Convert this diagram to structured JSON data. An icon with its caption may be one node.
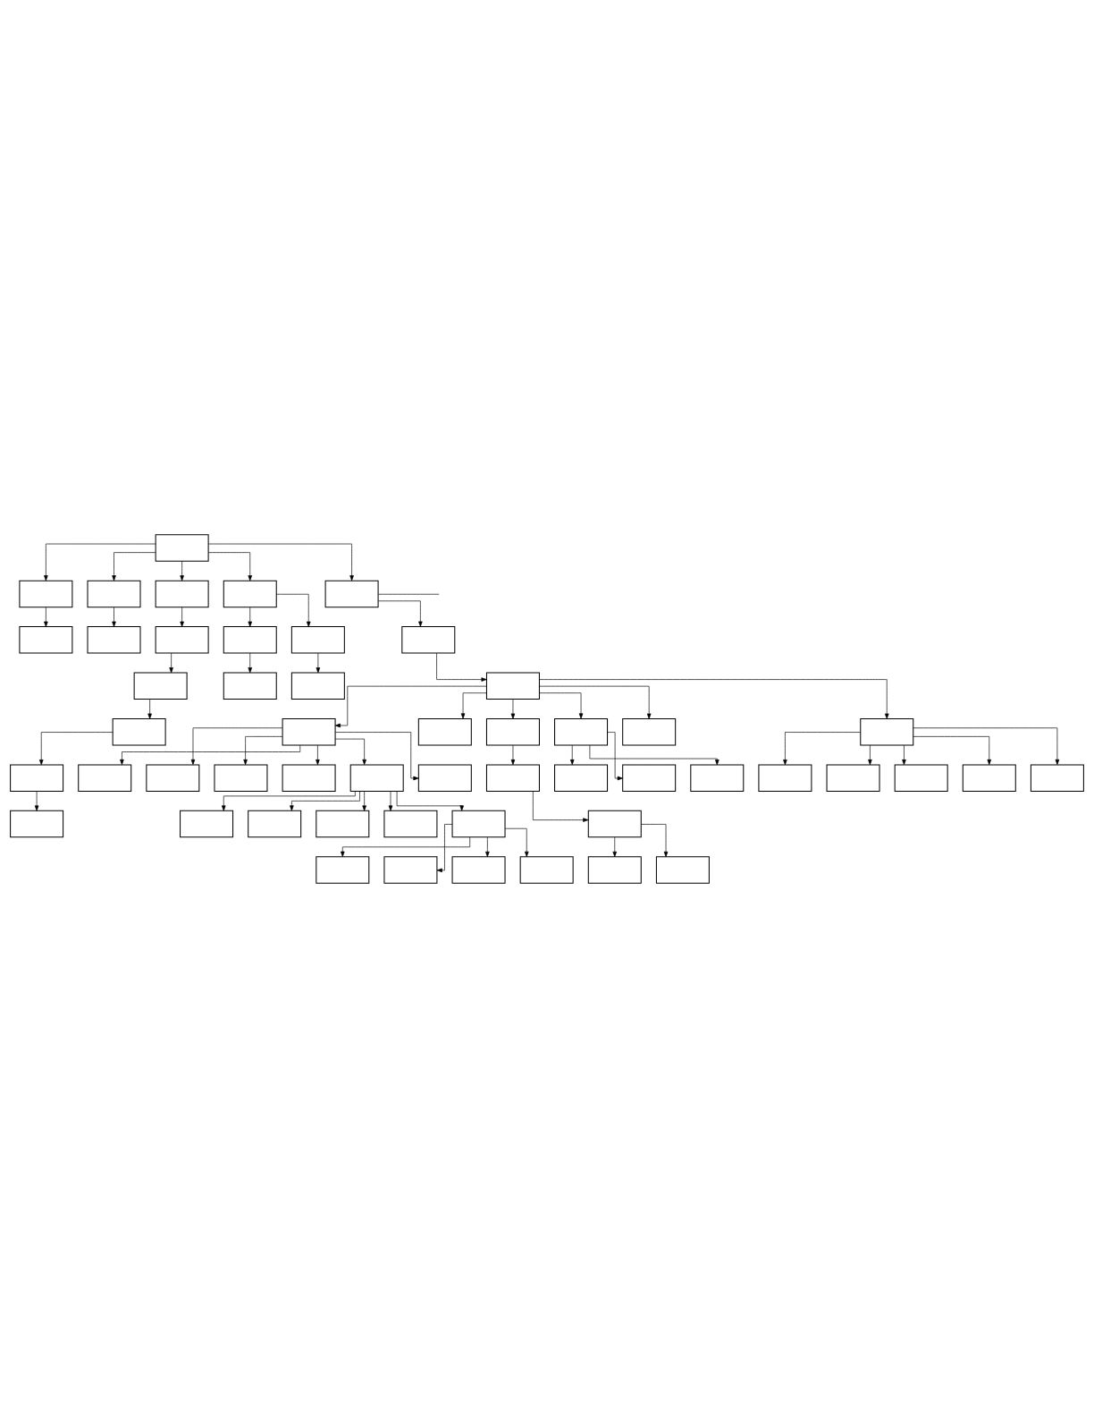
{
  "diagram": {
    "nodes": [
      {
        "text": [],
        "shape": "box"
      },
      {
        "text": [],
        "shape": "box"
      },
      {
        "text": [],
        "shape": "box"
      },
      {
        "text": [],
        "shape": "box"
      },
      {
        "text": [],
        "shape": "box"
      },
      {
        "text": [],
        "shape": "box"
      },
      {
        "text": [],
        "shape": "box"
      },
      {
        "text": [],
        "shape": "box"
      },
      {
        "text": [],
        "shape": "box"
      },
      {
        "text": [],
        "shape": "box"
      },
      {
        "text": [],
        "shape": "box"
      },
      {
        "text": [],
        "shape": "box"
      },
      {
        "text": [],
        "shape": "box"
      },
      {
        "text": [],
        "shape": "box"
      },
      {
        "text": [],
        "shape": "box"
      },
      {
        "text": [],
        "shape": "box"
      },
      {
        "text": [],
        "shape": "box"
      },
      {
        "text": [],
        "shape": "box"
      },
      {
        "text": [],
        "shape": "box"
      },
      {
        "text": [],
        "shape": "box"
      },
      {
        "text": [],
        "shape": "box"
      },
      {
        "text": [],
        "shape": "box"
      },
      {
        "text": [],
        "shape": "box"
      },
      {
        "text": [],
        "shape": "box"
      },
      {
        "text": [],
        "shape": "box"
      },
      {
        "text": [],
        "shape": "box"
      },
      {
        "text": [],
        "shape": "box"
      },
      {
        "text": [],
        "shape": "box"
      },
      {
        "text": [],
        "shape": "box"
      },
      {
        "text": [],
        "shape": "box"
      },
      {
        "text": [],
        "shape": "box"
      },
      {
        "text": [],
        "shape": "box"
      },
      {
        "text": [],
        "shape": "box"
      },
      {
        "text": [],
        "shape": "box"
      },
      {
        "text": [],
        "shape": "box"
      },
      {
        "text": [],
        "shape": "box"
      },
      {
        "text": [],
        "shape": "box"
      },
      {
        "text": [],
        "shape": "box"
      },
      {
        "text": [],
        "shape": "box"
      },
      {
        "text": [],
        "shape": "box"
      },
      {
        "text": [],
        "shape": "box"
      },
      {
        "text": [],
        "shape": "box"
      },
      {
        "text": [],
        "shape": "box"
      },
      {
        "text": [],
        "shape": "box"
      },
      {
        "text": [],
        "shape": "box"
      },
      {
        "text": [],
        "shape": "box"
      },
      {
        "text": [],
        "shape": "box"
      },
      {
        "text": [],
        "shape": "box"
      },
      {
        "text": [],
        "shape": "box"
      },
      {
        "text": [],
        "shape": "box"
      },
      {
        "text": [],
        "shape": "box"
      },
      {
        "text": [],
        "shape": "box"
      }
    ],
    "edges": [
      {
        "from": 0,
        "to": 1,
        "arrow": "to"
      },
      {
        "from": 0,
        "to": 2,
        "arrow": "to"
      },
      {
        "from": 0,
        "to": 3,
        "arrow": "to"
      },
      {
        "from": 0,
        "to": 4,
        "arrow": "to"
      },
      {
        "from": 0,
        "to": 5,
        "arrow": "to"
      },
      {
        "from": 1,
        "to": 6,
        "arrow": "to"
      },
      {
        "from": 2,
        "to": 7,
        "arrow": "to"
      },
      {
        "from": 3,
        "to": 8,
        "arrow": "to"
      },
      {
        "from": 4,
        "to": 9,
        "arrow": "to"
      },
      {
        "from": 9,
        "to": 10,
        "arrow": "to"
      },
      {
        "from": 8,
        "to": 11,
        "arrow": "to"
      },
      {
        "from": 4,
        "to": 12,
        "arrow": "to"
      },
      {
        "from": 12,
        "to": 13,
        "arrow": "to"
      },
      {
        "from": 5,
        "to": 14,
        "arrow": "to"
      },
      {
        "from": 5,
        "to": null,
        "arrow": "none"
      },
      {
        "from": 11,
        "to": 15,
        "arrow": "to"
      },
      {
        "from": 15,
        "to": 16,
        "arrow": "to"
      },
      {
        "from": 16,
        "to": 17,
        "arrow": "to"
      },
      {
        "from": 14,
        "to": 18,
        "arrow": "to"
      },
      {
        "from": 18,
        "to": 19,
        "arrow": "to"
      },
      {
        "from": 18,
        "to": 20,
        "arrow": "to"
      },
      {
        "from": 18,
        "to": 21,
        "arrow": "to"
      },
      {
        "from": 18,
        "to": 22,
        "arrow": "to"
      },
      {
        "from": 18,
        "to": 23,
        "arrow": "to"
      },
      {
        "from": 18,
        "to": 24,
        "arrow": "to"
      },
      {
        "from": 19,
        "to": 25,
        "arrow": "to"
      },
      {
        "from": 21,
        "to": 26,
        "arrow": "to"
      },
      {
        "from": 22,
        "to": 27,
        "arrow": "to"
      },
      {
        "from": 24,
        "to": 28,
        "arrow": "to"
      },
      {
        "from": 19,
        "to": 29,
        "arrow": "to"
      },
      {
        "from": 22,
        "to": 30,
        "arrow": "to"
      },
      {
        "from": 24,
        "to": 31,
        "arrow": "to"
      },
      {
        "from": 26,
        "to": 32,
        "arrow": "to"
      },
      {
        "from": 19,
        "to": 33,
        "arrow": "to"
      },
      {
        "from": 22,
        "to": 34,
        "arrow": "to"
      },
      {
        "from": 24,
        "to": 35,
        "arrow": "to"
      },
      {
        "from": 32,
        "to": 36,
        "arrow": "to"
      },
      {
        "from": 19,
        "to": 37,
        "arrow": "to"
      },
      {
        "from": 24,
        "to": 38,
        "arrow": "to"
      },
      {
        "from": 32,
        "to": 39,
        "arrow": "to"
      },
      {
        "from": 19,
        "to": 40,
        "arrow": "to"
      },
      {
        "from": 24,
        "to": 41,
        "arrow": "to"
      },
      {
        "from": 19,
        "to": 42,
        "arrow": "to"
      },
      {
        "from": 40,
        "to": 43,
        "arrow": "to"
      },
      {
        "from": 40,
        "to": 44,
        "arrow": "to"
      },
      {
        "from": 40,
        "to": 45,
        "arrow": "to"
      },
      {
        "from": 40,
        "to": 46,
        "arrow": "to"
      },
      {
        "from": 40,
        "to": 47,
        "arrow": "to"
      },
      {
        "from": 47,
        "to": 48,
        "arrow": "to"
      },
      {
        "from": 47,
        "to": 49,
        "arrow": "to"
      },
      {
        "from": 47,
        "to": 50,
        "arrow": "to"
      },
      {
        "from": 47,
        "to": 51,
        "arrow": "to"
      }
    ]
  }
}
